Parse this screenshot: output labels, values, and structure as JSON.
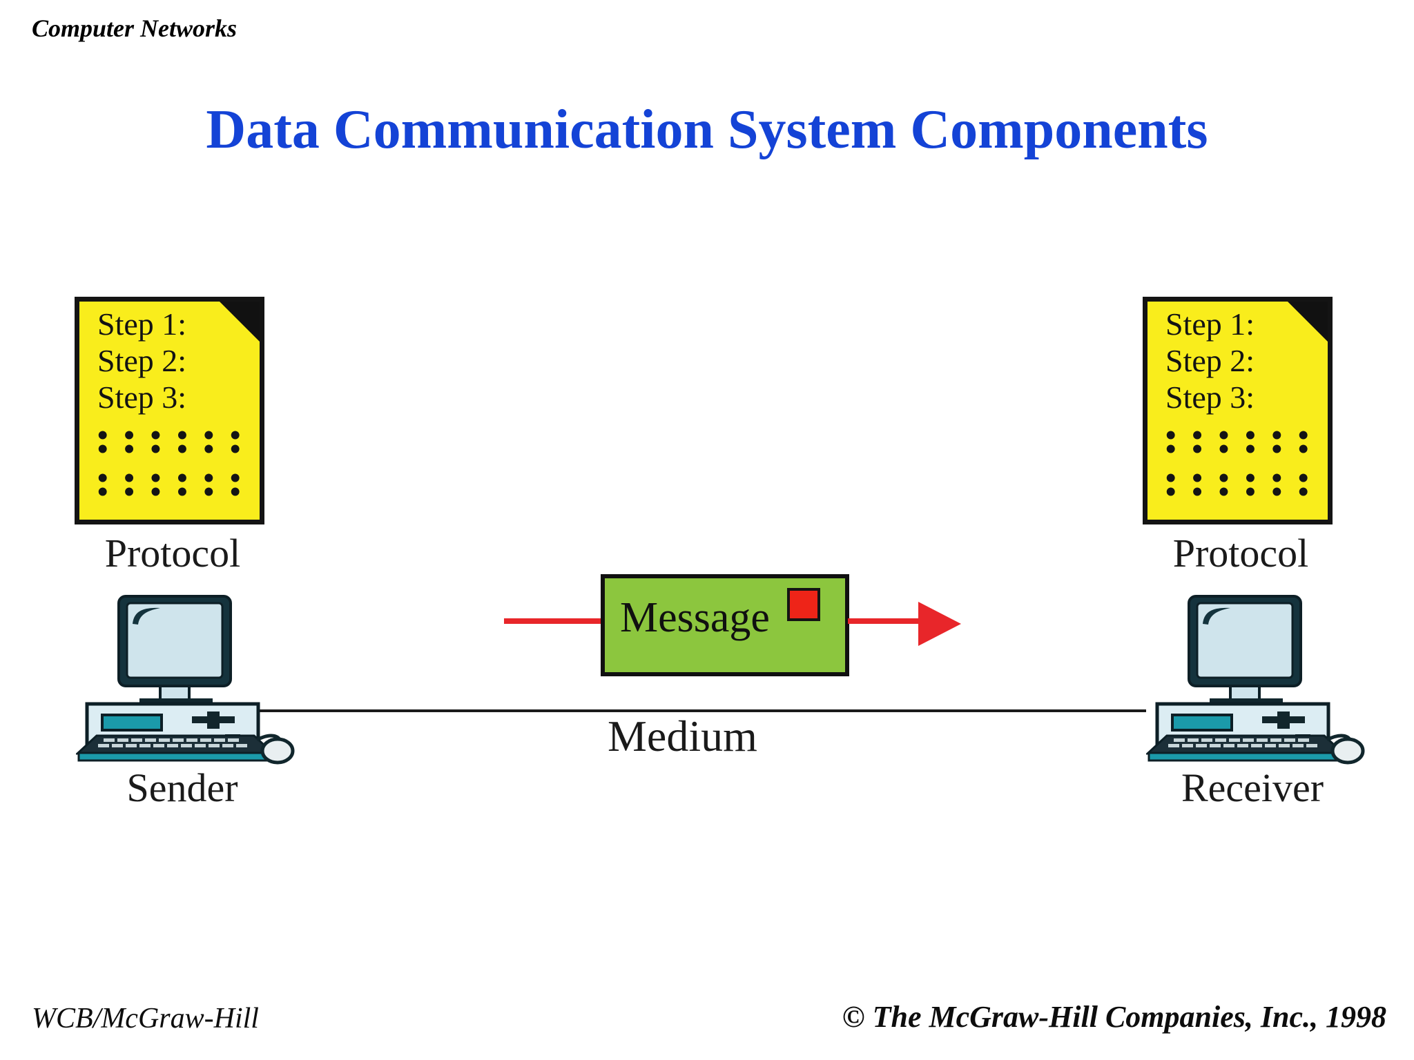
{
  "slide": {
    "header": "Computer Networks",
    "title": "Data Communication System Components",
    "title_color": "#1443D6",
    "background_color": "#FFFFFF"
  },
  "diagram": {
    "protocol_left": {
      "step1": "Step 1:",
      "step2": "Step 2:",
      "step3": "Step 3:",
      "dots_row1": "• • • • • • • • • • • •",
      "dots_row2": "• • • • • • • • • • • •",
      "label": "Protocol",
      "paper_color": "#F9ED1C",
      "fold_color": "#111111"
    },
    "protocol_right": {
      "step1": "Step 1:",
      "step2": "Step 2:",
      "step3": "Step 3:",
      "dots_row1": "• • • • • • • • • • • •",
      "dots_row2": "• • • • • • • • • • • •",
      "label": "Protocol",
      "paper_color": "#F9ED1C",
      "fold_color": "#111111"
    },
    "sender": {
      "label": "Sender",
      "icon": "desktop-computer-icon",
      "screen_color": "#CFE4EC",
      "accent_color": "#1B9AAA"
    },
    "receiver": {
      "label": "Receiver",
      "icon": "desktop-computer-icon",
      "screen_color": "#CFE4EC",
      "accent_color": "#1B9AAA"
    },
    "message": {
      "label": "Message",
      "box_color": "#8CC63E",
      "marker_color": "#EE2418",
      "arrow_color": "#E8262A",
      "arrow_direction": "right"
    },
    "medium": {
      "label": "Medium",
      "line_color": "#1B1B1B"
    }
  },
  "footer": {
    "left": "WCB/McGraw-Hill",
    "right": "© The McGraw-Hill Companies, Inc., 1998"
  }
}
